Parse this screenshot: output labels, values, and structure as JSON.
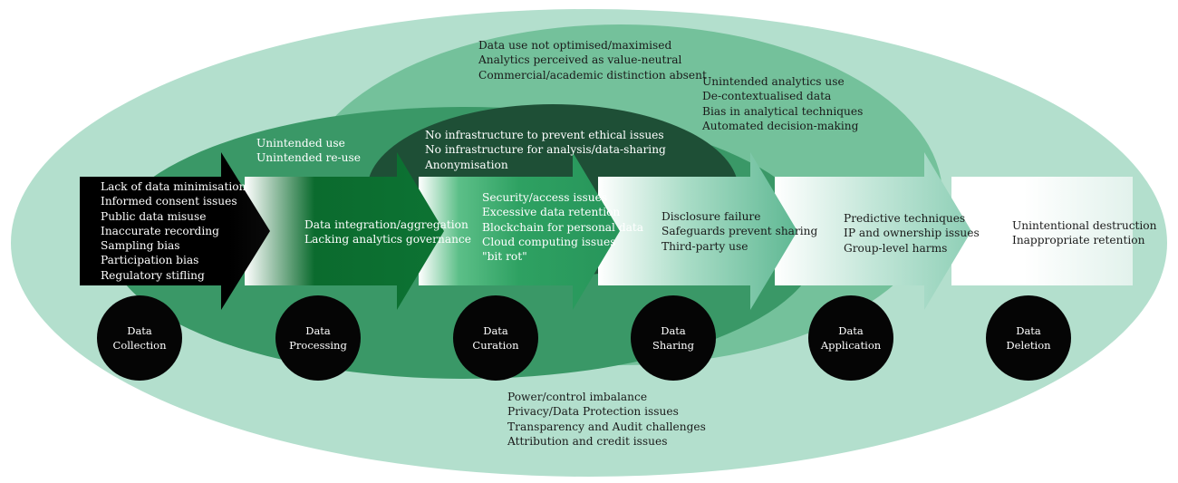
{
  "colors": {
    "outer_ellipse": "#b3dfcd",
    "upper_ellipse": "#74c19b",
    "mid_ellipse": "#3a9867",
    "inner_ellipse": "#1e4f36",
    "black": "#000000",
    "dark_green": "#0b6b2e",
    "green": "#2ea162",
    "teal": "#5fb893",
    "light_teal": "#8ecfb6",
    "pale_teal": "#c3e6d9",
    "circle": "#050505"
  },
  "stages": [
    {
      "id": "collection",
      "line1": "Data",
      "line2": "Collection",
      "icon": "data-collection-stage"
    },
    {
      "id": "processing",
      "line1": "Data",
      "line2": "Processing",
      "icon": "data-processing-stage"
    },
    {
      "id": "curation",
      "line1": "Data",
      "line2": "Curation",
      "icon": "data-curation-stage"
    },
    {
      "id": "sharing",
      "line1": "Data",
      "line2": "Sharing",
      "icon": "data-sharing-stage"
    },
    {
      "id": "application",
      "line1": "Data",
      "line2": "Application",
      "icon": "data-application-stage"
    },
    {
      "id": "deletion",
      "line1": "Data",
      "line2": "Deletion",
      "icon": "data-deletion-stage"
    }
  ],
  "issues": {
    "collection": [
      "Lack of data minimisation",
      "Informed consent issues",
      "Public data misuse",
      "Inaccurate recording",
      "Sampling bias",
      "Participation bias",
      "Regulatory stifling"
    ],
    "processing": [
      "Data integration/aggregation",
      "Lacking analytics governance"
    ],
    "curation": [
      "Security/access issues",
      "Excessive  data retention",
      "Blockchain for personal data",
      "Cloud computing issues",
      "\"bit rot\""
    ],
    "sharing": [
      "Disclosure failure",
      "Safeguards prevent sharing",
      "Third-party use"
    ],
    "application": [
      "Predictive techniques",
      "IP and ownership issues",
      "Group-level harms"
    ],
    "deletion": [
      "Unintentional destruction",
      "Inappropriate retention"
    ]
  },
  "spanning": {
    "top": [
      "Data use not optimised/maximised",
      "Analytics perceived as value-neutral",
      "Commercial/academic   distinction absent"
    ],
    "upper_right": [
      "Unintended analytics use",
      "De-contextualised  data",
      "Bias in analytical techniques",
      "Automated decision-making"
    ],
    "reuse": [
      "Unintended use",
      "Unintended re-use"
    ],
    "infrastructure": [
      "No infrastructure to prevent ethical issues",
      "No infrastructure for analysis/data-sharing",
      "Anonymisation"
    ],
    "bottom": [
      "Power/control imbalance",
      "Privacy/Data Protection issues",
      "Transparency and Audit challenges",
      "Attribution and credit issues"
    ]
  }
}
